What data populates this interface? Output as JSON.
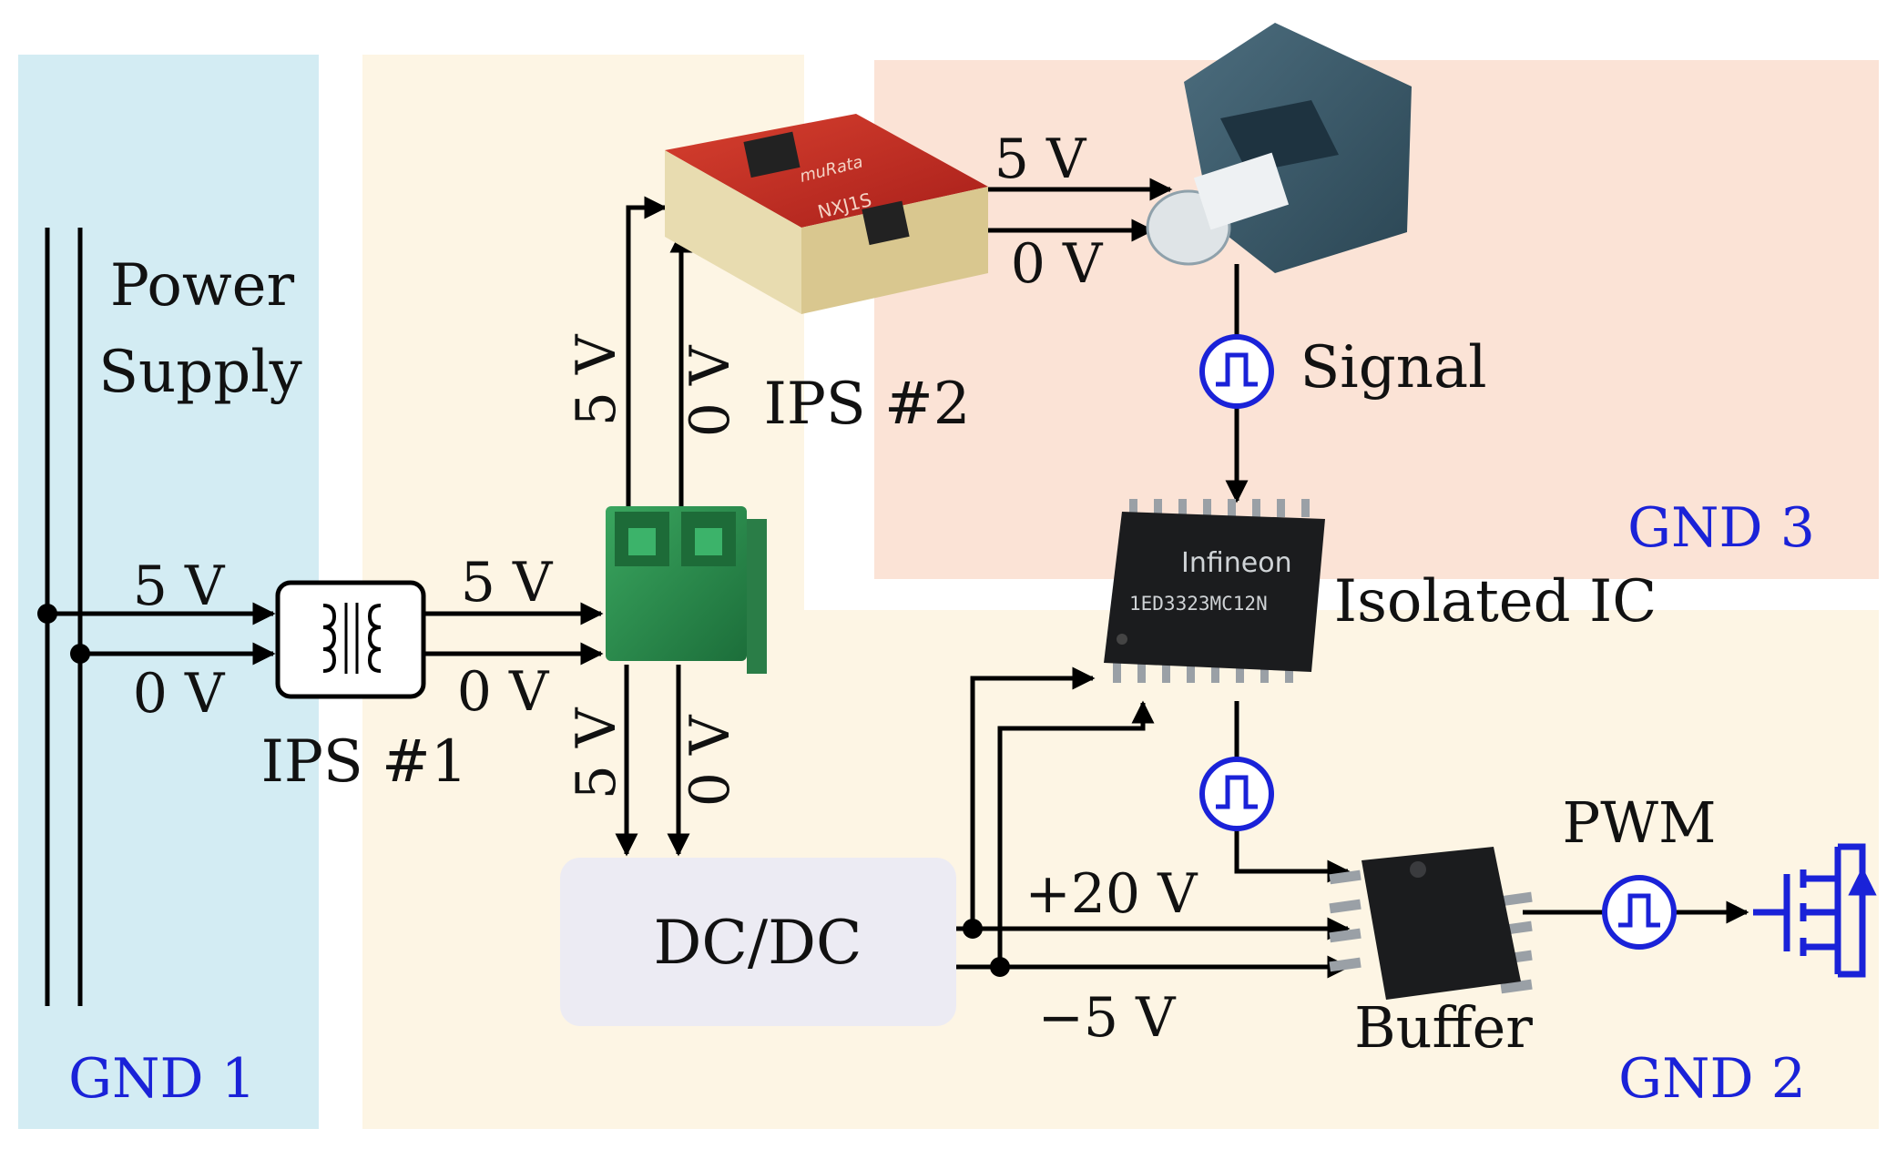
{
  "colors": {
    "gnd1_bg": "#d3ecf3",
    "gnd2_bg": "#fdf5e4",
    "gnd3_bg": "#fbe3d6",
    "gnd_text": "#1a22d8",
    "wire": "#000000",
    "pulse_icon": "#1a22d8",
    "dcdc_box": "#ecebf3"
  },
  "labels": {
    "power_supply_line1": "Power",
    "power_supply_line2": "Supply",
    "gnd1": "GND 1",
    "gnd2": "GND 2",
    "gnd3": "GND 3",
    "ips1": "IPS #1",
    "ips2": "IPS #2",
    "dcdc": "DC/DC",
    "isolated_ic": "Isolated IC",
    "buffer": "Buffer",
    "signal": "Signal",
    "pwm": "PWM"
  },
  "voltages": {
    "supply_5v": "5 V",
    "supply_0v": "0 V",
    "ips1_out_5v": "5 V",
    "ips1_out_0v": "0 V",
    "conn_up_5v": "5 V",
    "conn_up_0v": "0 V",
    "conn_down_5v": "5 V",
    "conn_down_0v": "0 V",
    "optical_5v": "5 V",
    "optical_0v": "0 V",
    "plus20": "+20 V",
    "minus5": "−5 V"
  },
  "chip_markings": {
    "ic_brand": "Infineon",
    "ic_part": "1ED3323MC12N",
    "module_brand": "muRata",
    "module_part": "NXJ1S"
  },
  "icons": {
    "transformer": "transformer-icon",
    "pulse": "pulse-signal-icon",
    "mosfet": "mosfet-icon",
    "terminal_block": "terminal-block-icon",
    "optical_receiver": "optical-receiver-icon"
  }
}
